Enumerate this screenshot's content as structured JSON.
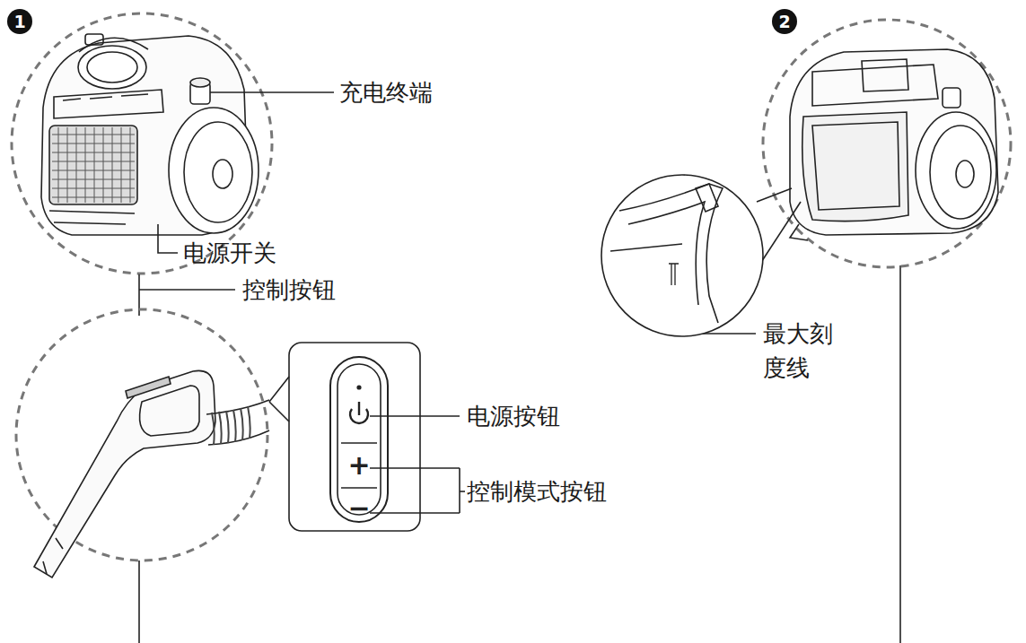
{
  "diagram": {
    "labels": [
      "1",
      "充电终端",
      "电源开关",
      "控制按钮",
      "电源按钮",
      "+",
      "−",
      "控制模式按钮",
      "2",
      "最大刻 度线"
    ]
  }
}
